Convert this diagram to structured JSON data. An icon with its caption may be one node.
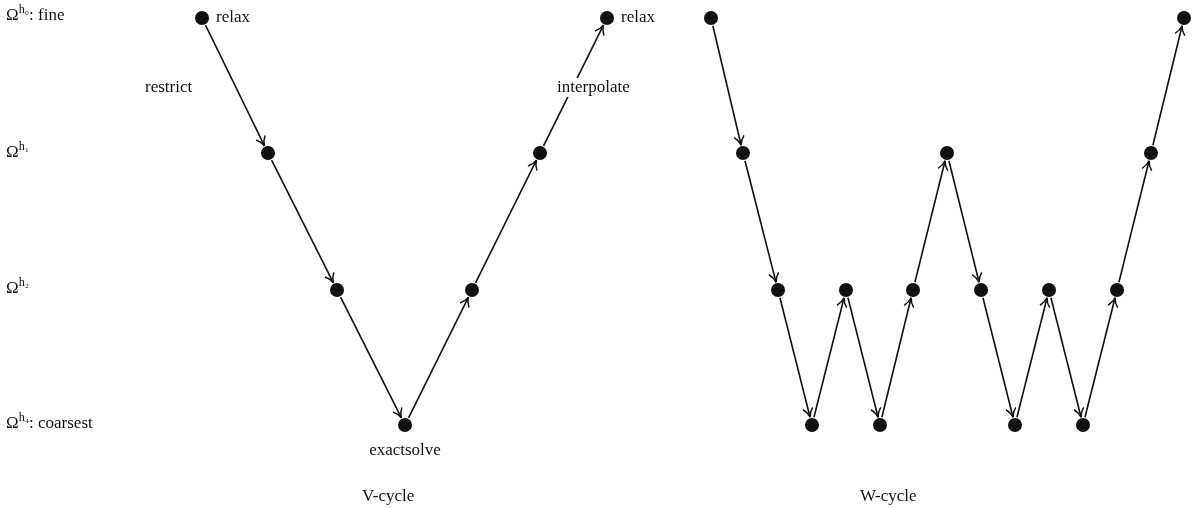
{
  "diagram": {
    "nodes": [
      {
        "text": [],
        "shape": "circle",
        "beside": [
          "relax"
        ]
      },
      {
        "text": [],
        "shape": "circle"
      },
      {
        "text": [],
        "shape": "circle"
      },
      {
        "text": [],
        "shape": "circle",
        "beside": [
          "exactsolve"
        ]
      },
      {
        "text": [],
        "shape": "circle"
      },
      {
        "text": [],
        "shape": "circle"
      },
      {
        "text": [],
        "shape": "circle",
        "beside": [
          "relax"
        ]
      },
      {
        "text": [],
        "shape": "circle"
      },
      {
        "text": [],
        "shape": "circle"
      },
      {
        "text": [],
        "shape": "circle"
      },
      {
        "text": [],
        "shape": "circle"
      },
      {
        "text": [],
        "shape": "circle"
      },
      {
        "text": [],
        "shape": "circle"
      },
      {
        "text": [],
        "shape": "circle"
      },
      {
        "text": [],
        "shape": "circle"
      },
      {
        "text": [],
        "shape": "circle"
      },
      {
        "text": [],
        "shape": "circle"
      },
      {
        "text": [],
        "shape": "circle"
      },
      {
        "text": [],
        "shape": "circle"
      },
      {
        "text": [],
        "shape": "circle"
      },
      {
        "text": [],
        "shape": "circle"
      },
      {
        "text": [],
        "shape": "circle"
      }
    ],
    "edges": [
      {
        "from": 0,
        "to": 1,
        "arrow": "to",
        "label": "restrict"
      },
      {
        "from": 1,
        "to": 2,
        "arrow": "to"
      },
      {
        "from": 2,
        "to": 3,
        "arrow": "to"
      },
      {
        "from": 3,
        "to": 4,
        "arrow": "to"
      },
      {
        "from": 4,
        "to": 5,
        "arrow": "to"
      },
      {
        "from": 5,
        "to": 6,
        "arrow": "to",
        "label": "interpolate"
      },
      {
        "from": 7,
        "to": 8,
        "arrow": "to"
      },
      {
        "from": 8,
        "to": 9,
        "arrow": "to"
      },
      {
        "from": 9,
        "to": 10,
        "arrow": "to"
      },
      {
        "from": 10,
        "to": 11,
        "arrow": "to"
      },
      {
        "from": 11,
        "to": 12,
        "arrow": "to"
      },
      {
        "from": 12,
        "to": 13,
        "arrow": "to"
      },
      {
        "from": 13,
        "to": 14,
        "arrow": "to"
      },
      {
        "from": 14,
        "to": 15,
        "arrow": "to"
      },
      {
        "from": 15,
        "to": 16,
        "arrow": "to"
      },
      {
        "from": 16,
        "to": 17,
        "arrow": "to"
      },
      {
        "from": 17,
        "to": 18,
        "arrow": "to"
      },
      {
        "from": 18,
        "to": 19,
        "arrow": "to"
      },
      {
        "from": 19,
        "to": 20,
        "arrow": "to"
      },
      {
        "from": 20,
        "to": 21,
        "arrow": "to"
      }
    ],
    "labels": [
      "Ω$^{h₀}$: fine",
      "Ω$^{h₁}$",
      "Ω$^{h₂}$",
      "Ω$^{h₄}$: coarsest",
      "V-cycle",
      "W-cycle"
    ]
  }
}
